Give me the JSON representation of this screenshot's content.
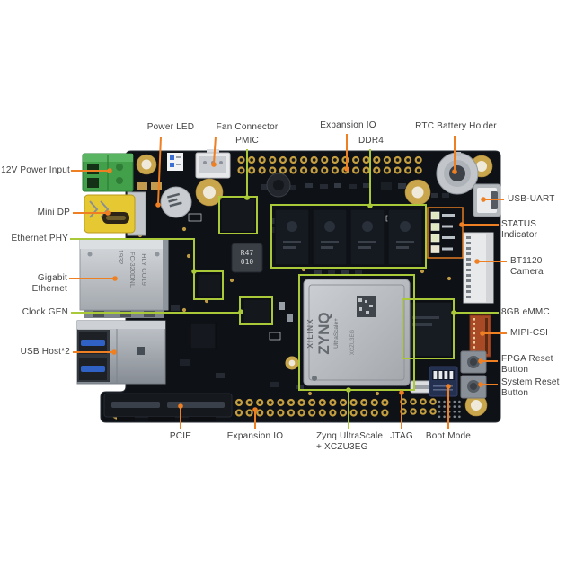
{
  "labels": {
    "power_led": "Power LED",
    "fan_connector": "Fan Connector",
    "expansion_io_top": "Expansion IO",
    "pmic": "PMIC",
    "ddr4": "DDR4",
    "rtc_battery_holder": "RTC Battery Holder",
    "power_input": "12V Power Input",
    "mini_dp": "Mini DP",
    "ethernet_phy": "Ethernet PHY",
    "gigabit_ethernet": "Gigabit Ethernet",
    "clock_gen": "Clock GEN",
    "usb_host": "USB Host*2",
    "pcie": "PCIE",
    "expansion_io_bottom": "Expansion IO",
    "zynq": "Zynq UltraScale\n+ XCZU3EG",
    "jtag": "JTAG",
    "boot_mode": "Boot Mode",
    "usb_uart": "USB-UART",
    "status_indicator": "STATUS Indicator",
    "bt1120_camera": "BT1120 Camera",
    "emmc": "8GB eMMC",
    "mipi_csi": "MIPI-CSI",
    "fpga_reset": "FPGA Reset\nButton",
    "system_reset": "System Reset\nButton"
  },
  "silkscreen": {
    "zynq_chip": {
      "brand": "XILINX",
      "series": "ZYNQ",
      "family": "UltraScale+",
      "part": "XCZU3EG"
    },
    "inductor": {
      "line1": "R47",
      "line2": "010"
    },
    "ethernet_jack": {
      "line1": "HLY CO19",
      "line2": "FC-320DNL",
      "line3": "1932"
    }
  },
  "colors": {
    "background": "#ffffff",
    "board": "#0e1116",
    "pad_gold": "#c9a64b",
    "leader_orange": "#ee7f22",
    "leader_green": "#a9c938",
    "highlight_green": "#a9c938",
    "status_box_orange": "#e07b22",
    "label_text": "#414141"
  }
}
